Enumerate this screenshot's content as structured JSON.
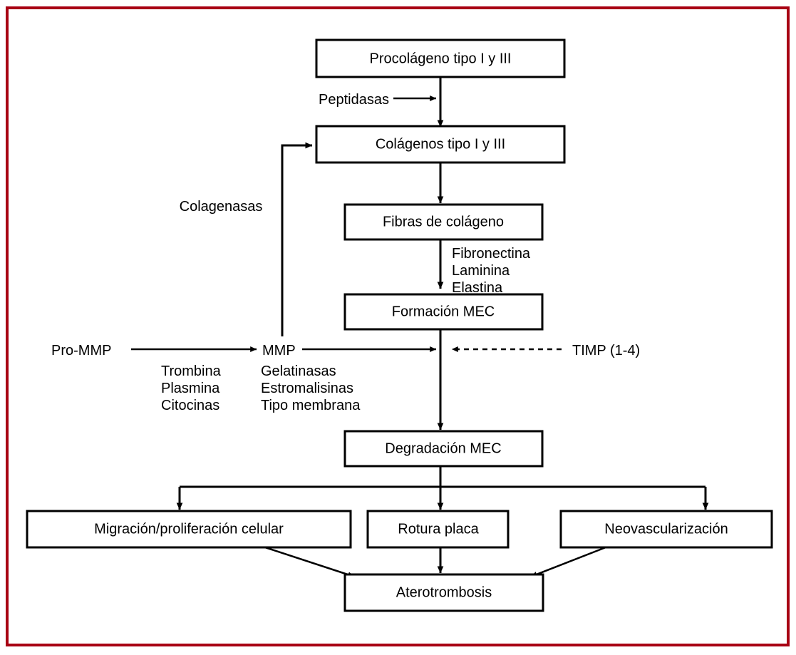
{
  "figure": {
    "type": "flowchart",
    "title": "",
    "border_color": "#a80013",
    "background": "#ffffff",
    "line_color": "#000000"
  },
  "boxes": [
    {
      "id": "procolageno",
      "label": "Procolágeno tipo I y III"
    },
    {
      "id": "colagenos",
      "label": "Colágenos tipo I y III"
    },
    {
      "id": "fibras",
      "label": "Fibras de colágeno"
    },
    {
      "id": "formacion_mec",
      "label": "Formación MEC"
    },
    {
      "id": "degradacion_mec",
      "label": "Degradación MEC"
    },
    {
      "id": "migracion",
      "label": "Migración/proliferación celular"
    },
    {
      "id": "rotura",
      "label": "Rotura placa"
    },
    {
      "id": "neovascularizacion",
      "label": "Neovascularización"
    },
    {
      "id": "aterotrombosis",
      "label": "Aterotrombosis"
    }
  ],
  "labels": {
    "peptidasas": "Peptidasas",
    "colagenasas": "Colagenasas",
    "pro_mmp": "Pro-MMP",
    "mmp": "MMP",
    "timp": "TIMP (1-4)",
    "fibronectina": "Fibronectina",
    "laminina": "Laminina",
    "elastina": "Elastina",
    "trombina": "Trombina",
    "plasmina": "Plasmina",
    "citocinas": "Citocinas",
    "gelatinasas": "Gelatinasas",
    "estromalisinas": "Estromalisinas",
    "tipo_membrana": "Tipo membrana"
  }
}
